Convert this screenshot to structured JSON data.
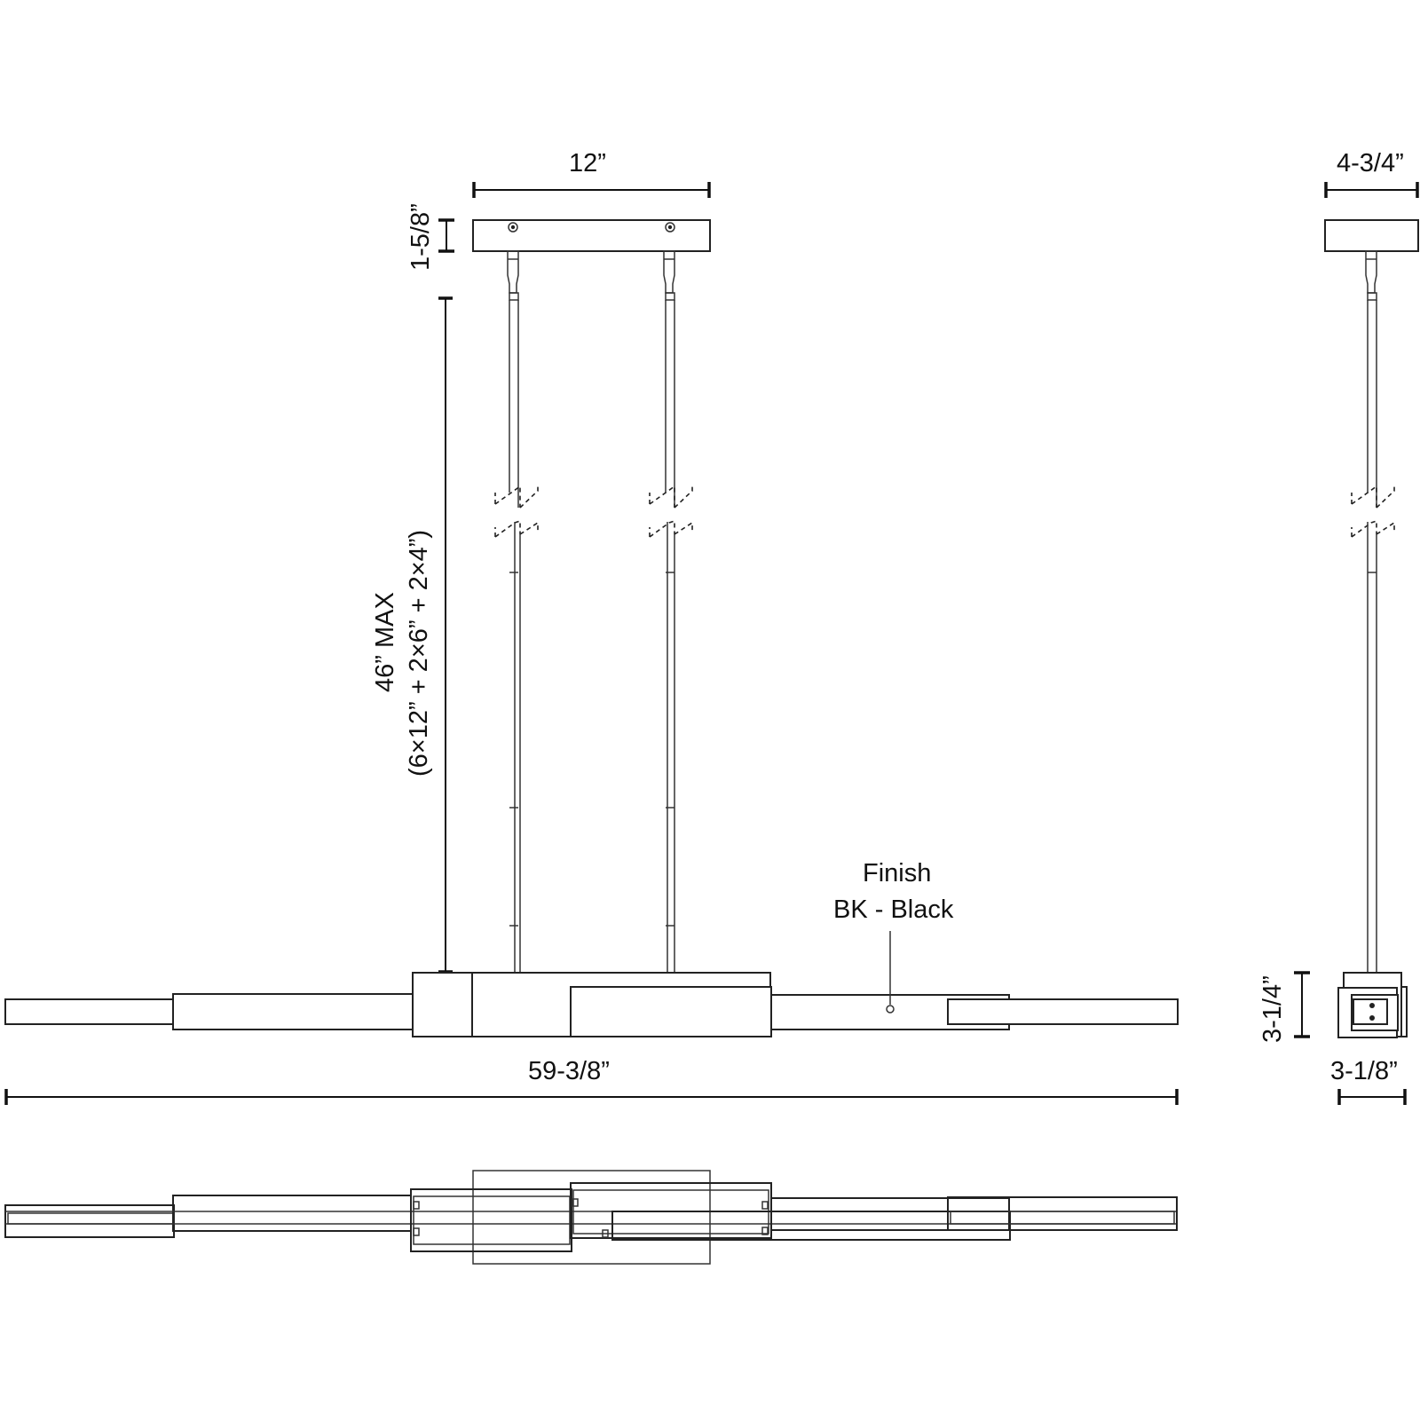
{
  "drawing": {
    "title": "Linear pendant dimension drawing",
    "line_color": "#222222",
    "background": "#ffffff"
  },
  "dimensions": {
    "canopy_width": "12”",
    "canopy_height": "1-5/8”",
    "max_height": "46” MAX",
    "stem_composition": "(6×12” + 2×6” + 2×4”)",
    "overall_length": "59-3/8”",
    "side_canopy_width": "4-3/4”",
    "side_body_height": "3-1/4”",
    "side_body_depth": "3-1/8”"
  },
  "callout": {
    "title": "Finish",
    "value": "BK - Black"
  },
  "views": [
    {
      "name": "front-elevation"
    },
    {
      "name": "side-elevation"
    },
    {
      "name": "top-plan"
    }
  ]
}
